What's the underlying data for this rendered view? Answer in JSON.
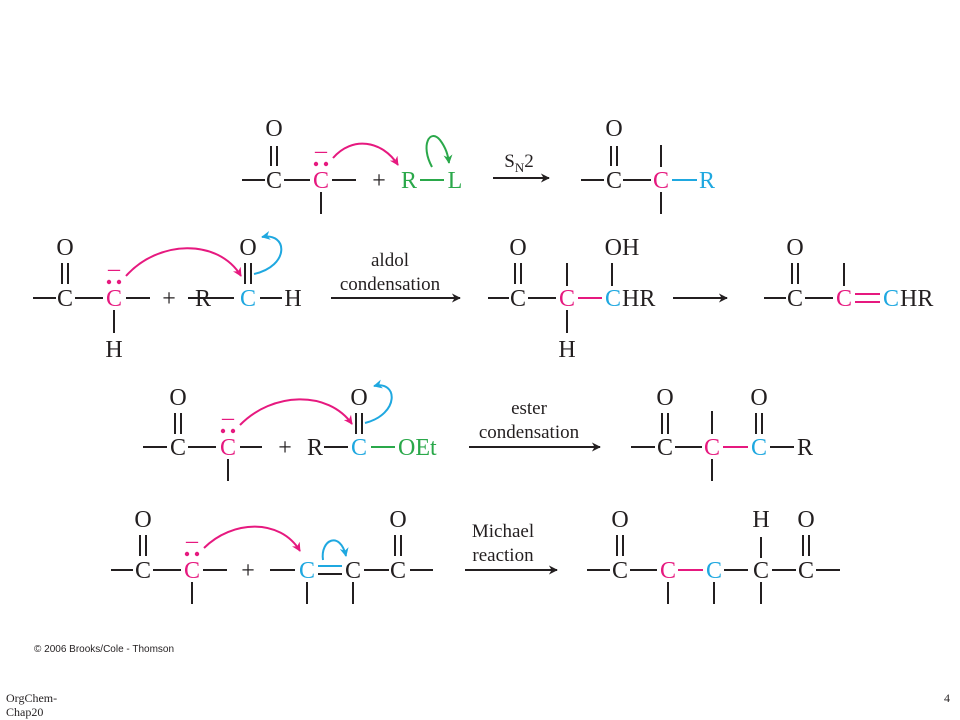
{
  "colors": {
    "black": "#231f20",
    "magenta": "#e6197f",
    "cyan": "#1fa8e0",
    "green": "#2aa84a"
  },
  "atoms": {
    "carbon": "C",
    "oxygen": "O",
    "hydrogen": "H",
    "r_group": "R",
    "leaving_group": "L",
    "hr_group": "HR",
    "ethoxy": "OEt",
    "hydroxyl": "OH",
    "plus": "+",
    "minus": "–",
    "lone_pair": "••"
  },
  "reactions": [
    {
      "name": "SN2",
      "label_main": "S",
      "label_sub": "N",
      "label_tail": "2"
    },
    {
      "name": "aldol",
      "line1": "aldol",
      "line2": "condensation"
    },
    {
      "name": "ester",
      "line1": "ester",
      "line2": "condensation"
    },
    {
      "name": "michael",
      "line1": "Michael",
      "line2": "reaction"
    }
  ],
  "copyright": "© 2006 Brooks/Cole - Thomson",
  "footer": {
    "left": "OrgChem-Chap20",
    "page": "4"
  }
}
